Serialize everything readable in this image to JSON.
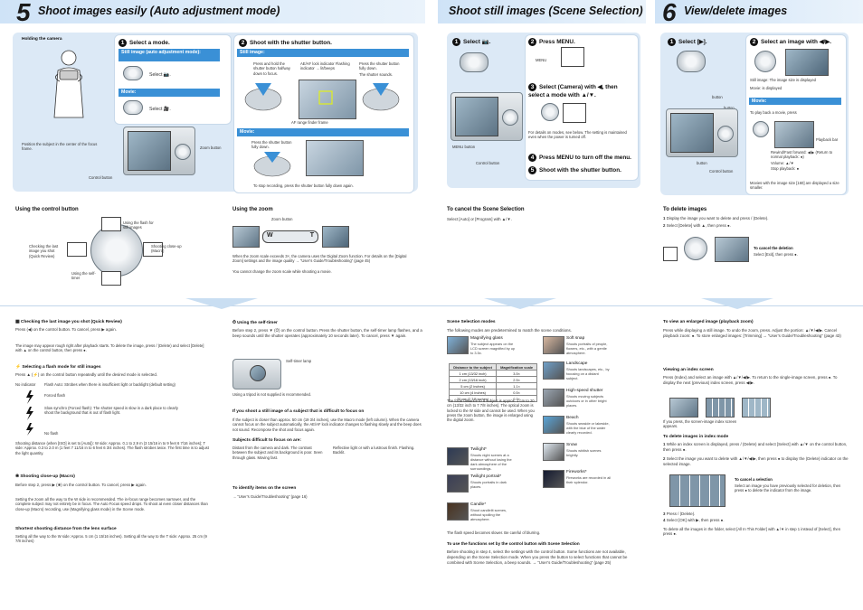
{
  "sec5": {
    "num": "5",
    "title": "Shoot images easily (Auto adjustment mode)",
    "holding_label": "Holding the camera",
    "holding_caption": "Position the subject in the center of the focus frame.",
    "zoom_button": "Zoom button",
    "control_button": "Control button",
    "step1": "Select a mode.",
    "still_bar": "Still image (auto adjustment mode):",
    "select_still": "Select",
    "movie_bar": "Movie:",
    "select_movie": "Select",
    "step2": "Shoot with the shutter button.",
    "still_bar2": "Still image:",
    "press_half": "Press and hold the shutter button halfway down to focus.",
    "ae_af": "AE/AF lock indicator Flashing indicator → lit/beeps",
    "press_full": "Press the shutter button fully down.",
    "shutter_sounds": "The shutter sounds.",
    "af_frame": "AF range finder frame",
    "movie_bar2": "Movie:",
    "press_movie": "Press the shutter button fully down.",
    "stop_record": "To stop recording, press the shutter button fully down again."
  },
  "control": {
    "title": "Using the control button",
    "flash": "Using the flash for still images",
    "quick": "Checking the last image you shot (Quick Review)",
    "macro": "Shooting close-up (Macro)",
    "timer": "Using the self-timer"
  },
  "zoom": {
    "title": "Using the zoom",
    "zoom_button": "Zoom button",
    "w": "W",
    "t": "T",
    "note1": "When the zoom scale exceeds 3×, the camera uses the Digital Zoom function. For details on the [Digital Zoom] settings and the image quality → “User’s Guide/Troubleshooting” (page 45)",
    "note2": "You cannot change the zoom scale while shooting a movie."
  },
  "scene": {
    "title": "Shoot still images (Scene Selection)",
    "step1": "Select",
    "step2": "Press MENU.",
    "menu": "MENU",
    "step3": "Select (Camera) with ◀, then select a mode with ▲/▼.",
    "notes": "For details on modes, see below. The setting is maintained even when the power is turned off.",
    "step4": "Press MENU to turn off the menu.",
    "step5": "Shoot with the shutter button.",
    "menu_button": "MENU button",
    "control_button": "Control button",
    "cancel_title": "To cancel the Scene Selection",
    "cancel_text": "Select [Auto] or [Program] with ▲/▼."
  },
  "sec6": {
    "num": "6",
    "title": "View/delete images",
    "step1": "Select",
    "step2": "Select an image with ◀/▶.",
    "still_text": "Still image: The image size is displayed",
    "movie_text": "Movie: is displayed",
    "movie_bar": "Movie:",
    "playback_text": "To play back a movie, press",
    "playback_bar": "Playback bar",
    "rew": "Rewind/Fast forward: ◀/▶ (Return to normal playback: ●)",
    "volume": "Volume: ▲/▼",
    "stop": "Stop playback: ●",
    "movie_note": "Movies with the image size [160] are displayed a size smaller.",
    "button_label": "button",
    "control_button": "Control button",
    "delete_title": "To delete images",
    "delete1": "Display the image you want to delete and press / (Delete).",
    "delete2": "Select [Delete] with ▲, then press ●.",
    "cancel_del_title": "To cancel the deletion",
    "cancel_del_text": "Select [Exit], then press ●."
  },
  "lower": {
    "quick_title": "Checking the last image you shot (Quick Review)",
    "quick_text": "Press (◀) on the control button. To cancel, press ▶ again.",
    "quick_notes": "The image may appear rough right after playback starts. To delete the image, press / (Delete) and select [Delete] with ▲ on the control button, then press ●.",
    "flash_title": "Selecting a flash mode for still images",
    "flash_text": "Press ▲ (⚡) on the control button repeatedly until the desired mode is selected.",
    "no_indicator": "No indicator",
    "flash_auto": "Flash Auto: Strobes when there is insufficient light or backlight (default setting)",
    "forced_flash": "Forced flash",
    "slow_sync": "Slow synchro (Forced flash): The shutter speed is slow in a dark place to clearly shoot the background that is out of flash light.",
    "no_flash": "No flash",
    "flash_notes": "Shooting distance (when [ISO] is set to [Auto]): W side: Approx. 0.1 to 2.9 m (3 15/16 in to 9 feet 6 7/16 inches); T side: Approx. 0.3 to 2.0 m (1 feet 7 11/16 in to 6 feet 6 3/4 inches). The flash strobes twice. The first time is to adjust the light quantity.",
    "macro_title": "Shooting close-up (Macro)",
    "macro_text": "Before step 2, press ▶ (❀) on the control button. To cancel, press ▶ again.",
    "macro_notes": "Setting the zoom all the way to the W side is recommended. The in-focus range becomes narrower, and the complete subject may not entirely be in focus. The Auto Focus speed drops. To shoot at even closer distances than close-up (Macro) recording, use (Magnifying glass mode) in the Scene mode.",
    "shortest_title": "Shortest shooting distance from the lens surface",
    "shortest_text": "Setting all the way to the W side: Approx. 5 cm (1 15/16 inches). Setting all the way to the T side: Approx. 25 cm (9 7/8 inches)",
    "timer_title": "Using the self-timer",
    "timer_text": "Before step 2, press ▼ (⏱) on the control button. Press the shutter button, the self-timer lamp flashes, and a beep sounds until the shutter operates (approximately 10 seconds later). To cancel, press ▼ again.",
    "timer_lamp": "Self-timer lamp",
    "timer_note": "Using a tripod is not supplied is recommended.",
    "focus_title": "If you shoot a still image of a subject that is difficult to focus on",
    "focus_notes": "If the subject is closer than approx. 50 cm (19 3/4 inches), use the Macro mode (left column). When the camera cannot focus on the subject automatically, the AE/AF lock indicator changes to flashing slowly and the beep does not sound. Recompose the shot and focus again.",
    "subjects_title": "Subjects difficult to focus on are:",
    "subjects_left": "Distant from the camera and dark. The contrast between the subject and its background is poor. Seen through glass. Moving fast.",
    "subjects_right": "Reflective light or with a lustrous finish. Flashing. Backlit.",
    "identify_title": "To identify items on the screen",
    "identify_text": "→ “User’s Guide/Troubleshooting” (page 16)",
    "modes_title": "Scene Selection modes",
    "modes_intro": "The following modes are predetermined to match the scene conditions.",
    "modes_note": "The flash speed becomes slower. Be careful of blurring.",
    "table_head1": "Distance to the subject",
    "table_head2": "Magnification scale",
    "table_rows": [
      [
        "1 cm (13/32 inch)",
        "3.5×"
      ],
      [
        "2 cm (13/16 inch)",
        "2.5×"
      ],
      [
        "5 cm (2 inches)",
        "1.1×"
      ],
      [
        "10 cm (4 inches)",
        "0.5×"
      ],
      [
        "20 cm (7 7/8 inches)",
        "0.3×"
      ]
    ],
    "table_notes": "The focal distance to a subject is approx. 1 cm to 20 cm (13/32 inch to 7 7/8 inches). The optical zoom is locked to the W side and cannot be used. When you press the zoom button, the image is enlarged using the digital zoom.",
    "function_title": "To use the functions set by the control button with Scene Selection",
    "function_text": "Before shooting in step 4, select the settings with the control button. Some functions are not available, depending on the Scene Selection mode. When you press the button to select functions that cannot be combined with Scene Selection, a beep sounds. → “User’s Guide/Troubleshooting” (page 25)",
    "scenes": [
      {
        "title": "Magnifying glass",
        "desc": "The subject appears on the LCD screen magnified by up to 3.5x.",
        "color": "#7fb1d8"
      },
      {
        "title": "Soft snap",
        "desc": "Shoots portraits of people, flowers, etc., with a gentle atmosphere.",
        "color": "#d7b7a0"
      },
      {
        "title": "Landscape",
        "desc": "Shoots landscapes, etc., by focusing on a distant subject.",
        "color": "#6f9fc8"
      },
      {
        "title": "High-speed shutter",
        "desc": "Shoots moving subjects outdoors or in other bright places.",
        "color": "#9aa5b1"
      },
      {
        "title": "Twilight*",
        "desc": "Shoots night scenes at a distance without losing the dark atmosphere of the surroundings.",
        "color": "#2d3a55"
      },
      {
        "title": "Beach",
        "desc": "Shoots seaside or lakeside, with the blue of the water clearly recorded.",
        "color": "#5aa5d8"
      },
      {
        "title": "Twilight portrait*",
        "desc": "Shoots portraits in dark places.",
        "color": "#3b3f57"
      },
      {
        "title": "Snow",
        "desc": "Shoots whitish scenes brightly.",
        "color": "#dfe8f0"
      },
      {
        "title": "Fireworks*",
        "desc": "Fireworks are recorded in all their splendor.",
        "color": "#141a30"
      },
      {
        "title": "Candle*",
        "desc": "Shoot candlelit scenes, without spoiling the atmosphere.",
        "color": "#4a3320"
      }
    ],
    "enlarge_title": "To view an enlarged image (playback zoom)",
    "enlarge_text": "Press while displaying a still image. To undo the zoom, press. Adjust the portion: ▲/▼/◀/▶. Cancel playback zoom: ●. To store enlarged images: [Trimming] → “User’s Guide/Troubleshooting” (page 43)",
    "index_title": "Viewing an index screen",
    "index_text": "Press (Index) and select an image with ▲/▼/◀/▶. To return to the single-image screen, press ●. To display the next (previous) index screen, press ◀/▶.",
    "index_caption": "If you press, the screen-image index screen appears.",
    "del_index_title": "To delete images in index mode",
    "del_index_1": "While an index screen is displayed, press / (Delete) and select [Select] with ▲/▼ on the control button, then press ●.",
    "del_index_2": "Select the image you want to delete with ▲/▼/◀/▶, then press ● to display the (Delete) indicator on the selected image.",
    "cancel_sel_title": "To cancel a selection",
    "cancel_sel_text": "Select an image you have previously selected for deletion, then press ● to delete the indicator from the image.",
    "del_index_3": "Press / (Delete).",
    "del_index_4": "Select [OK] with ▶, then press ●.",
    "del_index_note": "To delete all the images in the folder, select [All In This Folder] with ▲/▼ in step 1 instead of [Select], then press ●."
  }
}
